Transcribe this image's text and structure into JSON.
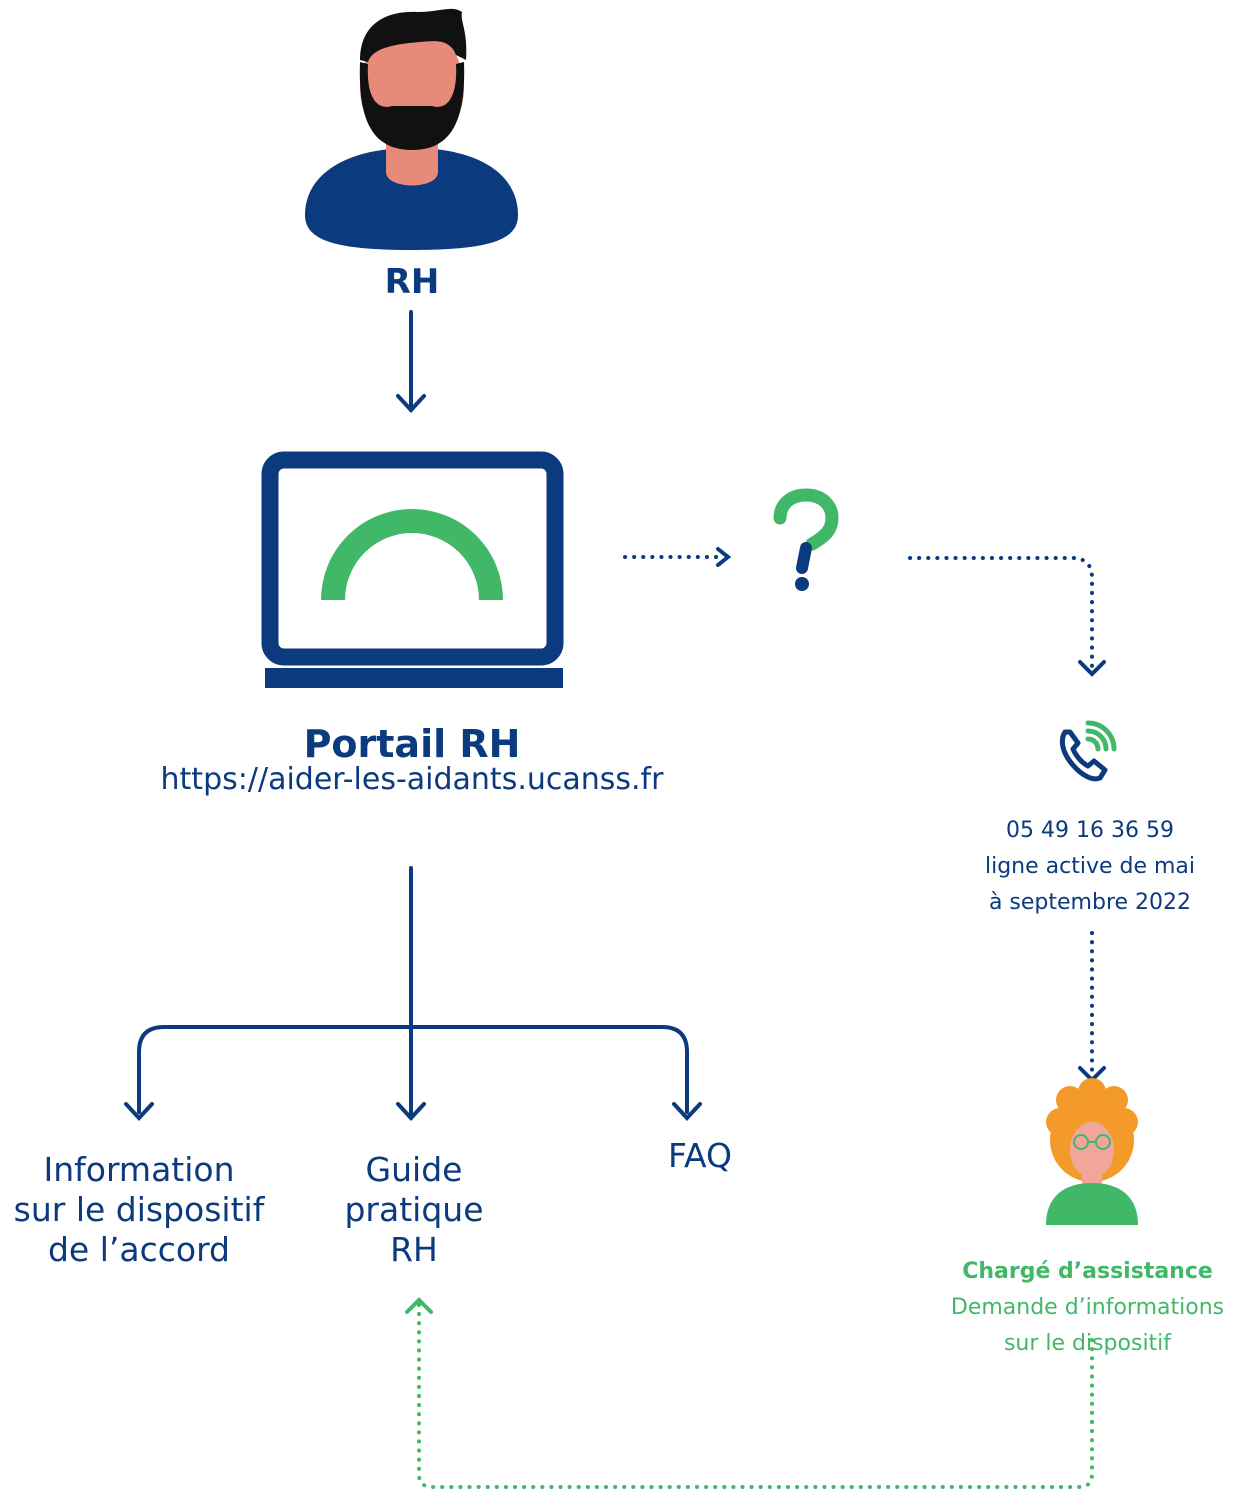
{
  "colors": {
    "navy": "#0b3a7e",
    "green": "#41b868",
    "skin": "#e88a7a",
    "hair_orange": "#f39a2b",
    "beard": "#111111"
  },
  "nodes": {
    "rh": {
      "label": "RH",
      "icon": "man-avatar-icon"
    },
    "portal": {
      "title": "Portail RH",
      "url": "https://aider-les-aidants.ucanss.fr",
      "icon": "laptop-icon"
    },
    "question": {
      "icon": "question-mark-icon"
    },
    "phone": {
      "icon": "phone-call-icon",
      "number": "05 49 16 36 59",
      "line2": "ligne active de mai",
      "line3": "à septembre 2022"
    },
    "agent": {
      "icon": "woman-avatar-icon",
      "title": "Chargé d’assistance",
      "line2": "Demande d’informations",
      "line3": "sur le dispositif"
    }
  },
  "leaves": {
    "info": [
      "Information",
      "sur le dispositif",
      "de l’accord"
    ],
    "guide": [
      "Guide",
      "pratique",
      "RH"
    ],
    "faq": "FAQ"
  }
}
